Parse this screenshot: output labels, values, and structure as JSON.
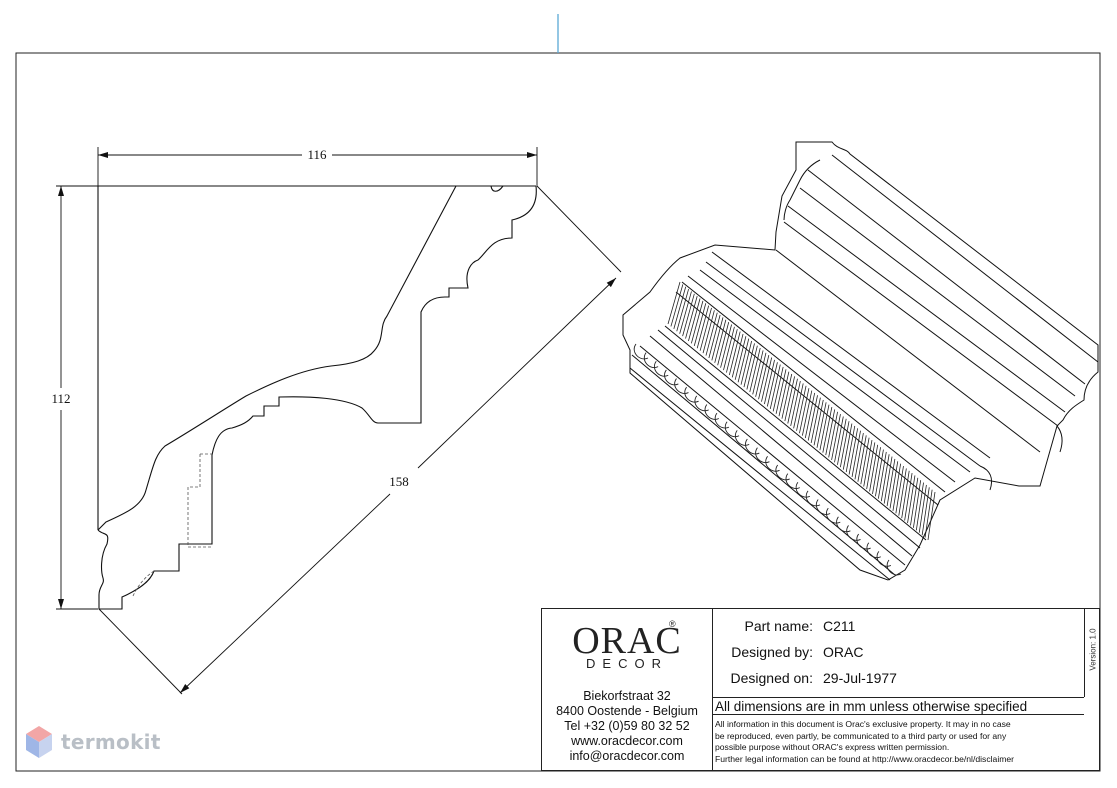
{
  "drawing": {
    "dimensions": {
      "top_width": "116",
      "height": "112",
      "diagonal": "158"
    }
  },
  "title_block": {
    "logo": {
      "brand": "ORAC",
      "registered_mark": "®",
      "subtitle": "DECOR"
    },
    "address": {
      "street": "Biekorfstraat 32",
      "city": "8400 Oostende - Belgium",
      "phone": "Tel  +32 (0)59 80 32 52",
      "web": "www.oracdecor.com",
      "email": "info@oracdecor.com"
    },
    "fields": {
      "part_name_label": "Part name:",
      "part_name_value": "C211",
      "designed_by_label": "Designed by:",
      "designed_by_value": "ORAC",
      "designed_on_label": "Designed on:",
      "designed_on_value": "29-Jul-1977"
    },
    "dimensions_note": "All dimensions are in mm unless otherwise specified",
    "legal": [
      "All information in this document is Orac's exclusive property.  It may in no case",
      "be reproduced, even partly, be communicated to a third party or used for any",
      "possible purpose without ORAC's express written permission.",
      "Further legal information can be found at http://www.oracdecor.be/nl/disclaimer"
    ],
    "version": "Version: 1.0"
  },
  "watermark": {
    "text": "termokit"
  },
  "colors": {
    "line": "#111111",
    "accent_mark": "#5aa9d6",
    "watermark": "#b9bfc6"
  }
}
